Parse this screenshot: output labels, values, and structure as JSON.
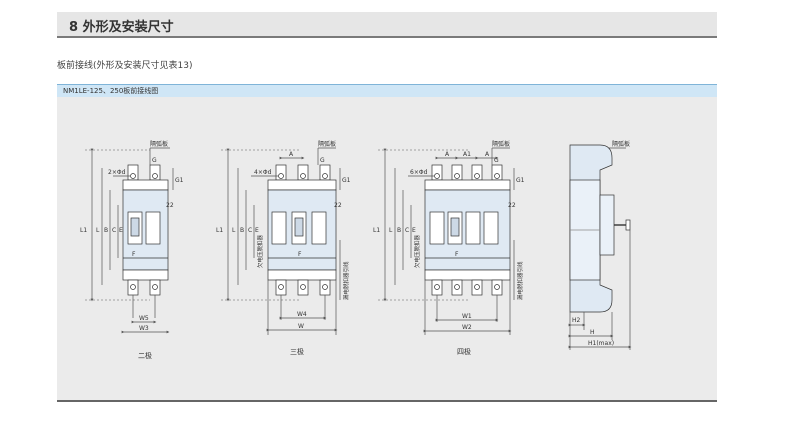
{
  "header": {
    "title": "8 外形及安装尺寸"
  },
  "subtitle": "板前接线(外形及安装尺寸见表13)",
  "panel": {
    "title": "NM1LE-125、250板前接线图"
  },
  "colors": {
    "panel_head": "#cfe6f6",
    "breaker_fill": "#dfe9f3",
    "line": "#333333",
    "dim_line": "#555555"
  },
  "views": {
    "two_pole": {
      "caption": "二极",
      "terminal_cover_label": "隔弧板",
      "hole_label": "2×Φd",
      "dims_left": [
        "L1",
        "L",
        "B",
        "C",
        "E"
      ],
      "g_labels": [
        "G",
        "G1"
      ],
      "label_f": "F",
      "label_22": "22",
      "w_labels": [
        "W5",
        "W3"
      ]
    },
    "three_pole": {
      "caption": "三极",
      "terminal_cover_label": "隔弧板",
      "hole_label": "4×Φd",
      "dims_left": [
        "L1",
        "L",
        "B",
        "C",
        "E"
      ],
      "top_a": "A",
      "g_labels": [
        "G",
        "G1"
      ],
      "label_f": "F",
      "label_22": "22",
      "side_texts": [
        "欠电压脱扣器",
        "漏电脱扣器引线"
      ],
      "w_labels": [
        "W4",
        "W"
      ]
    },
    "four_pole": {
      "caption": "四极",
      "terminal_cover_label": "隔弧板",
      "hole_label": "6×Φd",
      "dims_left": [
        "L1",
        "L",
        "B",
        "C",
        "E"
      ],
      "top_labels": [
        "A",
        "A1",
        "A"
      ],
      "g_labels": [
        "G",
        "G1"
      ],
      "label_f": "F",
      "label_22": "22",
      "side_texts": [
        "欠电压脱扣器",
        "漏电脱扣器引线"
      ],
      "w_labels": [
        "W1",
        "W2"
      ]
    },
    "side": {
      "terminal_cover_label": "隔弧板",
      "dims": [
        "H2",
        "H",
        "H1(max)"
      ]
    }
  }
}
